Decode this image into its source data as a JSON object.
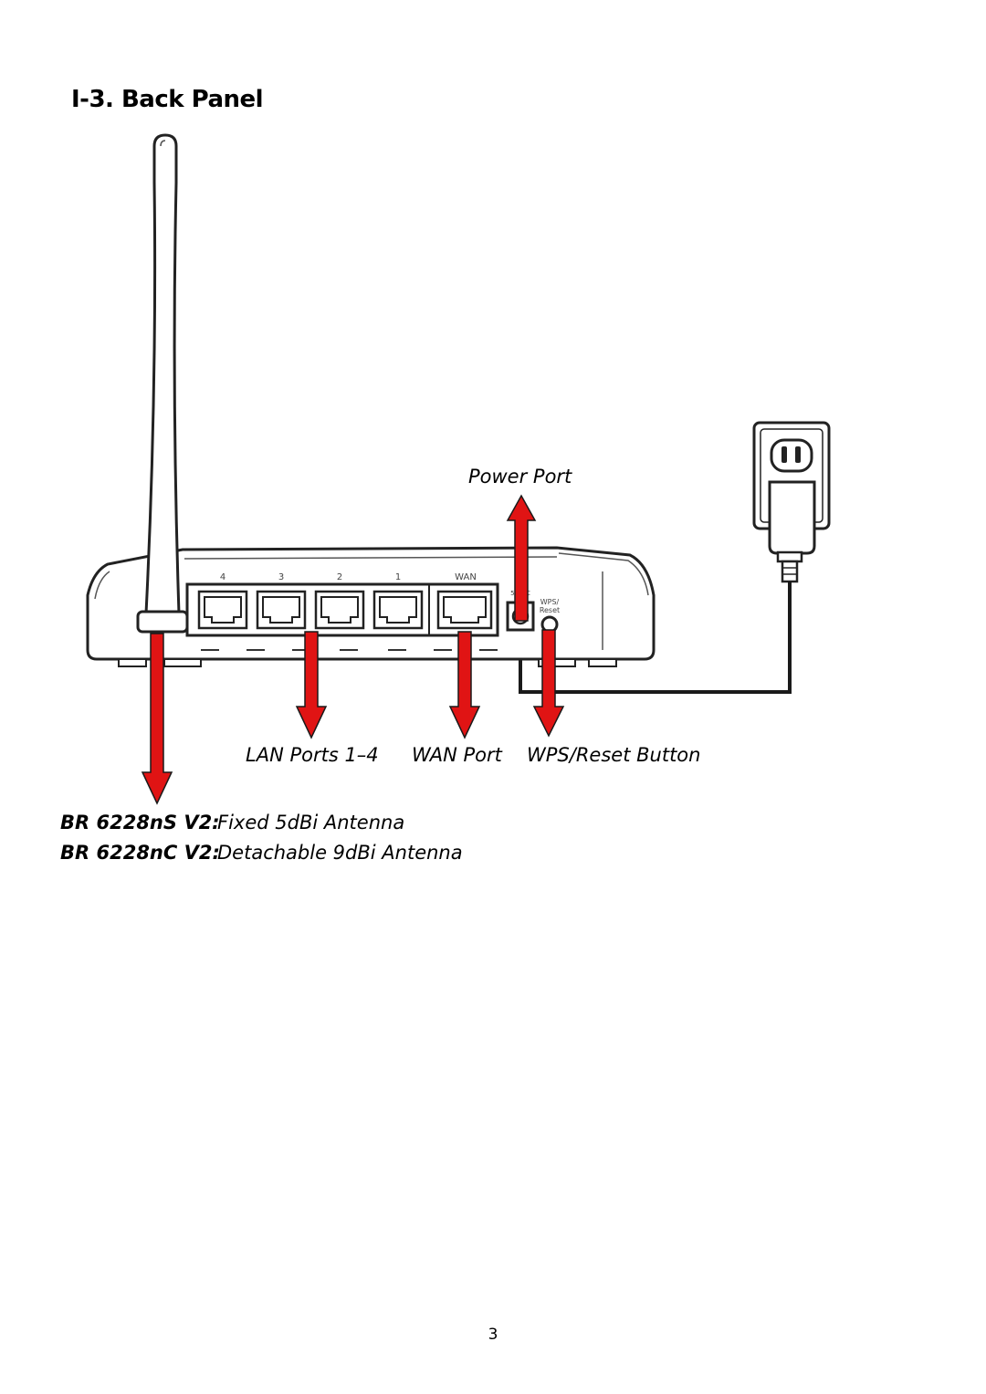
{
  "section": {
    "title": "I-3. Back Panel"
  },
  "router": {
    "lan_port_labels": [
      "4",
      "3",
      "2",
      "1"
    ],
    "wan_port_label": "WAN",
    "power_port_label": "5V DC",
    "wps_label_line1": "WPS/",
    "wps_label_line2": "Reset"
  },
  "callouts": {
    "power_port": "Power Port",
    "lan_ports": "LAN Ports 1–4",
    "wan_port": "WAN Port",
    "wps_reset": "WPS/Reset Button"
  },
  "models": [
    {
      "model": "BR 6228nS V2:",
      "antenna": "Fixed 5dBi Antenna"
    },
    {
      "model": "BR 6228nC V2:",
      "antenna": "Detachable 9dBi Antenna"
    }
  ],
  "colors": {
    "arrow": "#e01414",
    "line": "#1a1a1a"
  },
  "page_number": "3"
}
